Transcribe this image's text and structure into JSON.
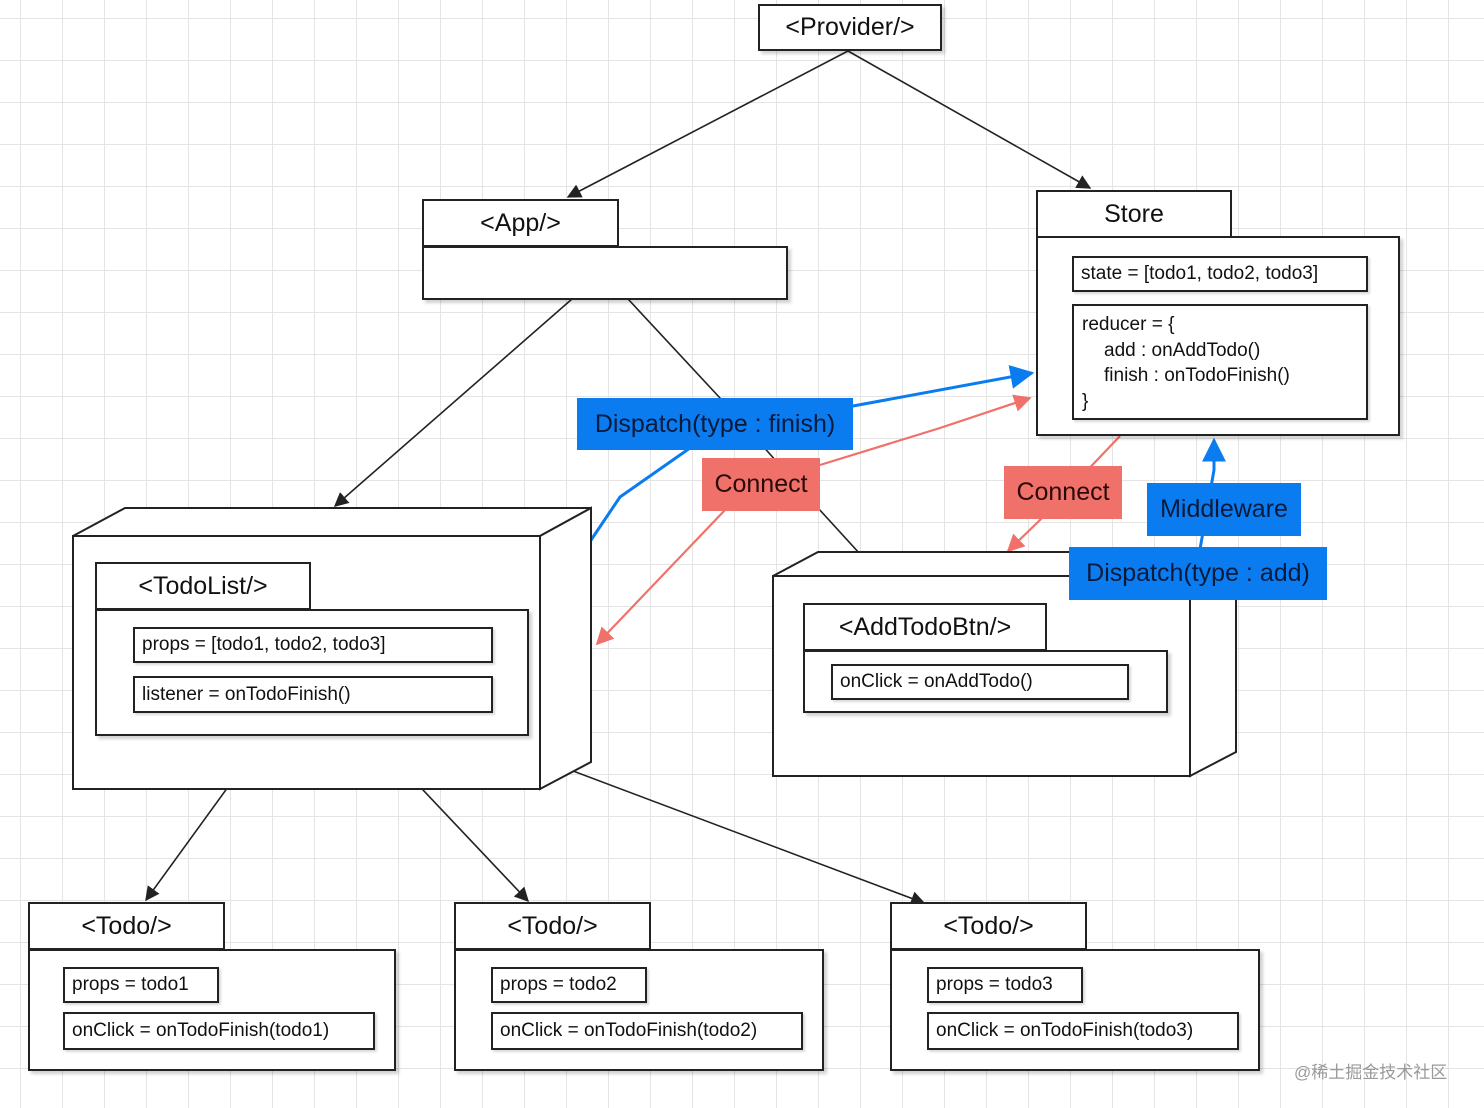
{
  "colors": {
    "line": "#222222",
    "blue_accent": "#0b7cf0",
    "red_accent": "#f0706a",
    "grid": "#e4e4e4"
  },
  "provider": {
    "title": "<Provider/>"
  },
  "app": {
    "title": "<App/>"
  },
  "store": {
    "title": "Store",
    "state": "state = [todo1, todo2, todo3]",
    "reducer": {
      "open": "reducer = {",
      "add": "add : onAddTodo()",
      "finish": "finish : onTodoFinish()",
      "close": "}"
    }
  },
  "todolist": {
    "title": "<TodoList/>",
    "props": "props = [todo1, todo2, todo3]",
    "listener": "listener = onTodoFinish()"
  },
  "addtodobtn": {
    "title": "<AddTodoBtn/>",
    "onclick": "onClick = onAddTodo()"
  },
  "todos": [
    {
      "title": "<Todo/>",
      "props": "props = todo1",
      "onclick": "onClick = onTodoFinish(todo1)"
    },
    {
      "title": "<Todo/>",
      "props": "props = todo2",
      "onclick": "onClick = onTodoFinish(todo2)"
    },
    {
      "title": "<Todo/>",
      "props": "props = todo3",
      "onclick": "onClick = onTodoFinish(todo3)"
    }
  ],
  "labels": {
    "dispatch_finish": "Dispatch(type : finish)",
    "connect_left": "Connect",
    "connect_right": "Connect",
    "middleware": "Middleware",
    "dispatch_add": "Dispatch(type : add)"
  },
  "watermark": "@稀土掘金技术社区"
}
